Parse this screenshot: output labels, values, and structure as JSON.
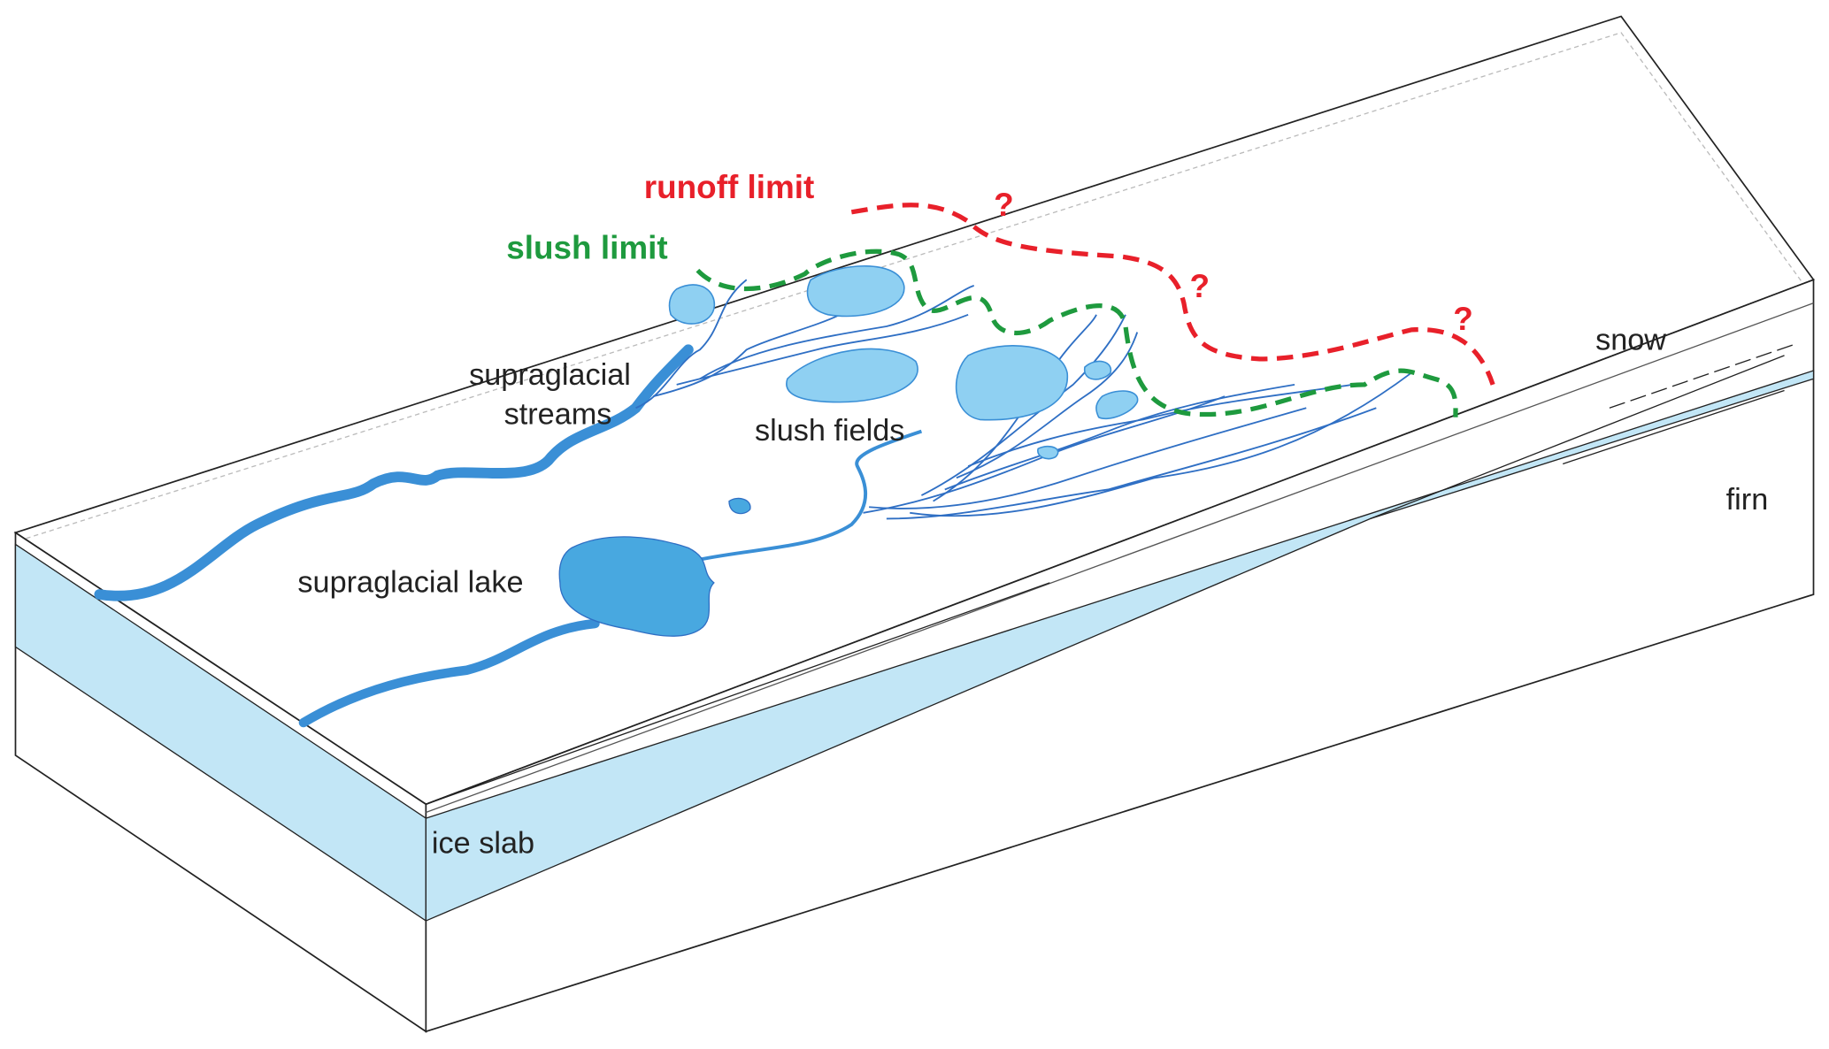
{
  "labels": {
    "runoff_limit": "runoff limit",
    "slush_limit": "slush limit",
    "supraglacial_streams_line1": "supraglacial",
    "supraglacial_streams_line2": "streams",
    "slush_fields": "slush fields",
    "supraglacial_lake": "supraglacial lake",
    "ice_slab": "ice slab",
    "snow": "snow",
    "firn": "firn",
    "uncertainty_mark": "?"
  },
  "colors": {
    "runoff_limit": "#e8202a",
    "slush_limit": "#1e9a3e",
    "water": "#3a9ad9",
    "slush": "#8fd0f2",
    "ice_slab": "#c2e6f6"
  }
}
